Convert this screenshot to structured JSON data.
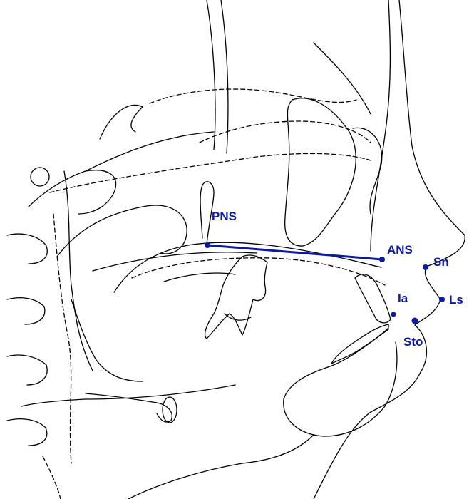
{
  "colors": {
    "trace": "#000000",
    "landmark": "#0b1aa0",
    "background": "#ffffff"
  },
  "landmarks": [
    {
      "id": "pns",
      "label": "PNS"
    },
    {
      "id": "ans",
      "label": "ANS"
    },
    {
      "id": "sn",
      "label": "Sn"
    },
    {
      "id": "ls",
      "label": "Ls"
    },
    {
      "id": "ia",
      "label": "Ia"
    },
    {
      "id": "sto",
      "label": "Sto"
    }
  ],
  "measurement_line": {
    "from": "pns",
    "to": "ans"
  }
}
